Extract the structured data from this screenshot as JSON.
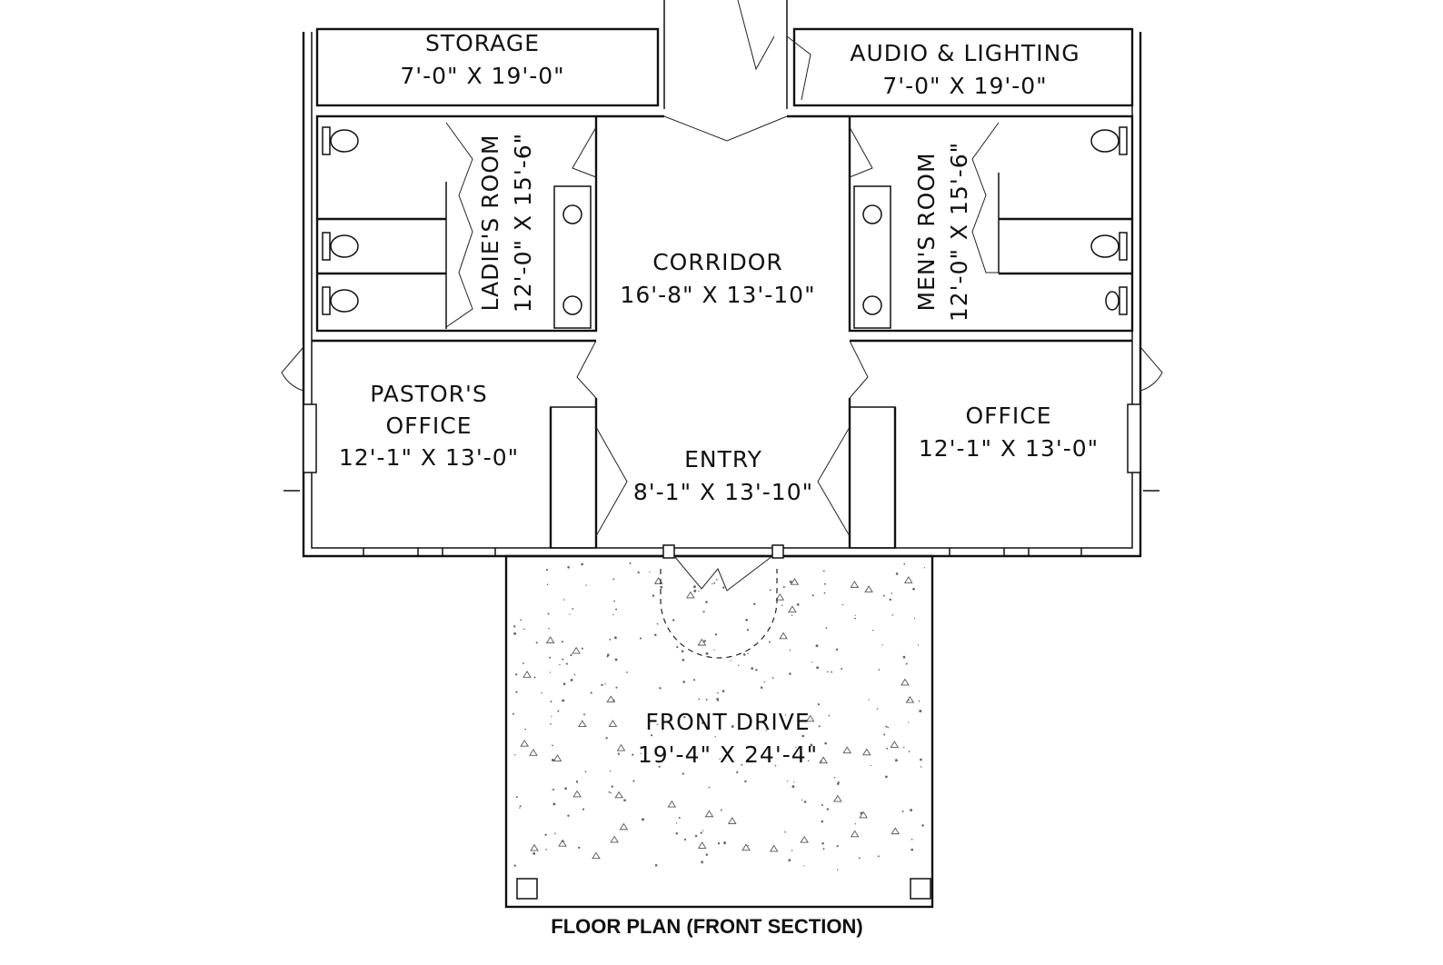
{
  "rooms": {
    "storage": {
      "name": "STORAGE",
      "size": "7'-0\" X 19'-0\""
    },
    "audio_lighting": {
      "name": "AUDIO & LIGHTING",
      "size": "7'-0\" X 19'-0\""
    },
    "ladies_room": {
      "name": "LADIE'S ROOM",
      "size": "12'-0\" X 15'-6\""
    },
    "corridor": {
      "name": "CORRIDOR",
      "size": "16'-8\" X 13'-10\""
    },
    "mens_room": {
      "name": "MEN'S ROOM",
      "size": "12'-0\" X 15'-6\""
    },
    "pastors_office": {
      "name_line1": "PASTOR'S",
      "name_line2": "OFFICE",
      "size": "12'-1\" X 13'-0\""
    },
    "entry": {
      "name": "ENTRY",
      "size": "8'-1\" X 13'-10\""
    },
    "office": {
      "name": "OFFICE",
      "size": "12'-1\" X 13'-0\""
    },
    "front_drive": {
      "name": "FRONT DRIVE",
      "size": "19'-4\" X 24'-4\""
    }
  },
  "caption": "FLOOR PLAN (FRONT SECTION)",
  "colors": {
    "line": "#111111",
    "background": "#ffffff"
  }
}
